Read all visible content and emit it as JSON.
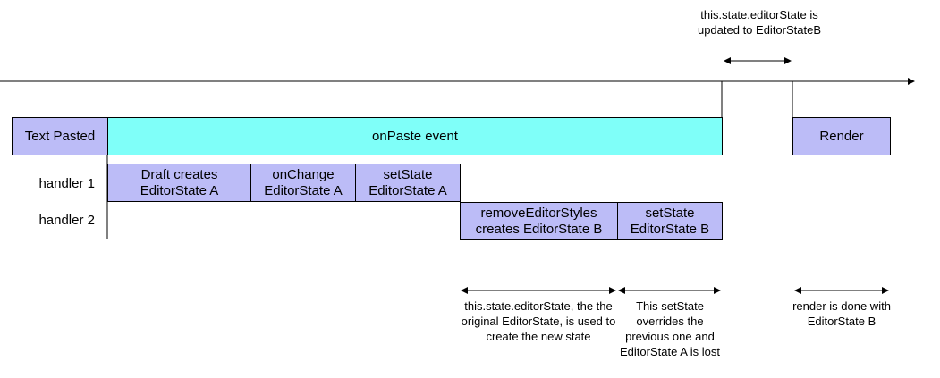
{
  "top_note": "this.state.editorState is updated to EditorStateB",
  "boxes": {
    "text_pasted": "Text Pasted",
    "onpaste_event": "onPaste event",
    "render": "Render",
    "draft_creates": "Draft creates EditorState A",
    "onchange": "onChange EditorState A",
    "setstate_a": "setState EditorState A",
    "remove_styles": "removeEditorStyles creates EditorState B",
    "setstate_b": "setState EditorState B"
  },
  "rows": {
    "handler1": "handler 1",
    "handler2": "handler 2"
  },
  "notes": {
    "original_state": "this.state.editorState, the the original EditorState, is used to create the new state",
    "overrides": "This setState overrides the previous one and EditorState A is lost",
    "render_done": "render is done with EditorState B"
  }
}
